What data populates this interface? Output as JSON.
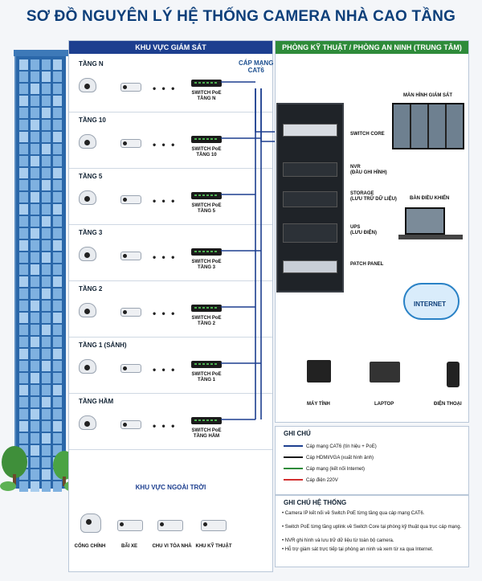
{
  "title": "SƠ ĐỒ NGUYÊN LÝ HỆ THỐNG CAMERA NHÀ CAO TẦNG",
  "left_panel_title": "KHU VỰC GIÁM SÁT",
  "right_panel_title": "PHÒNG KỸ THUẬT / PHÒNG AN NINH (TRUNG TÂM)",
  "cable_label_1": "CÁP MẠNG",
  "cable_label_2": "CAT6",
  "ellipsis": "• • •",
  "floors": [
    {
      "name": "TẦNG N",
      "switch_1": "SWITCH PoE",
      "switch_2": "TẦNG N"
    },
    {
      "name": "TẦNG 10",
      "switch_1": "SWITCH PoE",
      "switch_2": "TẦNG 10"
    },
    {
      "name": "TẦNG 5",
      "switch_1": "SWITCH PoE",
      "switch_2": "TẦNG 5"
    },
    {
      "name": "TẦNG 3",
      "switch_1": "SWITCH PoE",
      "switch_2": "TẦNG 3"
    },
    {
      "name": "TẦNG 2",
      "switch_1": "SWITCH PoE",
      "switch_2": "TẦNG 2"
    },
    {
      "name": "TẦNG 1 (SẢNH)",
      "switch_1": "SWITCH PoE",
      "switch_2": "TẦNG 1"
    },
    {
      "name": "TẦNG HẦM",
      "switch_1": "SWITCH PoE",
      "switch_2": "TẦNG HẦM"
    }
  ],
  "outdoor": {
    "title": "KHU VỰC NGOÀI TRỜI",
    "cams": [
      "CỔNG CHÍNH",
      "BÃI XE",
      "CHU VI TÒA NHÀ",
      "KHU KỸ THUẬT"
    ]
  },
  "rack": {
    "switch_core": "SWITCH CORE",
    "nvr_1": "NVR",
    "nvr_2": "(ĐẦU GHI HÌNH)",
    "storage_1": "STORAGE",
    "storage_2": "(LƯU TRỮ DỮ LIỆU)",
    "ups_1": "UPS",
    "ups_2": "(LƯU ĐIỆN)",
    "patch": "PATCH PANEL"
  },
  "monitor_wall": "MÀN HÌNH GIÁM SÁT",
  "control_desk": "BÀN ĐIỀU KHIỂN",
  "internet": "INTERNET",
  "clients": [
    "MÁY TÍNH",
    "LAPTOP",
    "ĐIỆN THOẠI"
  ],
  "legend": {
    "title": "GHI CHÚ",
    "items": [
      {
        "label": "Cáp mạng CAT6 (tín hiệu + PoE)",
        "color": "#1d3f8f"
      },
      {
        "label": "Cáp HDMI/VGA (xuất hình ảnh)",
        "color": "#1a1a1a"
      },
      {
        "label": "Cáp mạng (kết nối Internet)",
        "color": "#2e8b3a"
      },
      {
        "label": "Cáp điện 220V",
        "color": "#d32f2f"
      }
    ]
  },
  "notes": {
    "title": "GHI CHÚ HỆ THỐNG",
    "items": [
      "• Camera IP kết nối về Switch PoE từng tầng qua cáp mạng CAT6.",
      "• Switch PoE từng tầng uplink về Switch Core tại phòng kỹ thuật qua trục cáp mạng.",
      "• NVR ghi hình và lưu trữ dữ liệu từ toàn bộ camera.",
      "• Hỗ trợ giám sát trực tiếp tại phòng an ninh và xem từ xa qua Internet."
    ]
  },
  "colors": {
    "left_head": "#1d3f8f",
    "right_head": "#2e8b3a",
    "cat6": "#1d3f8f",
    "hdmi": "#1a1a1a",
    "net": "#2e8b3a",
    "power": "#d32f2f"
  }
}
